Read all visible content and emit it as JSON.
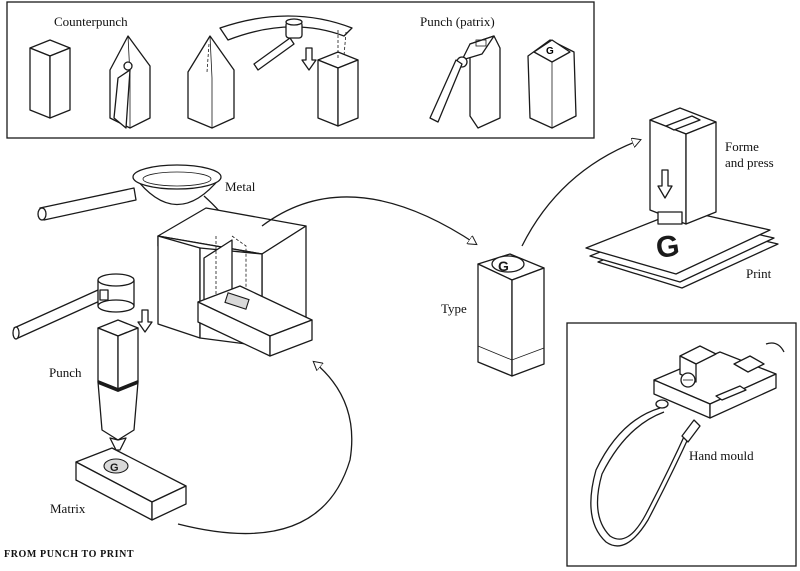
{
  "labels": {
    "counterpunch": "Counterpunch",
    "punch_patrix": "Punch (patrix)",
    "metal": "Metal",
    "forme_line1": "Forme",
    "forme_line2": "and press",
    "print": "Print",
    "type": "Type",
    "punch": "Punch",
    "matrix": "Matrix",
    "hand_mould": "Hand mould"
  },
  "caption": "FROM PUNCH TO PRINT",
  "print_letter": "G"
}
